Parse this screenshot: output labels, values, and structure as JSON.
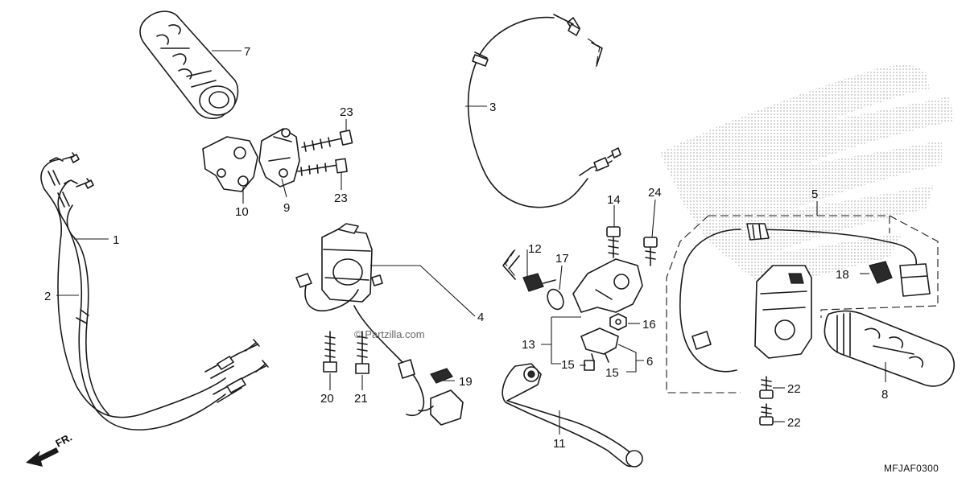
{
  "diagram_code": "MFJAF0300",
  "watermark": "© Partzilla.com",
  "direction_label": "FR.",
  "callouts": [
    "1",
    "2",
    "3",
    "4",
    "5",
    "6",
    "7",
    "8",
    "9",
    "10",
    "11",
    "12",
    "13",
    "14",
    "15",
    "15",
    "16",
    "17",
    "18",
    "19",
    "20",
    "21",
    "22",
    "22",
    "23",
    "23",
    "24"
  ],
  "colors": {
    "line": "#1a1a1a",
    "logo_dots": "#b5b5b5",
    "background": "#ffffff"
  }
}
